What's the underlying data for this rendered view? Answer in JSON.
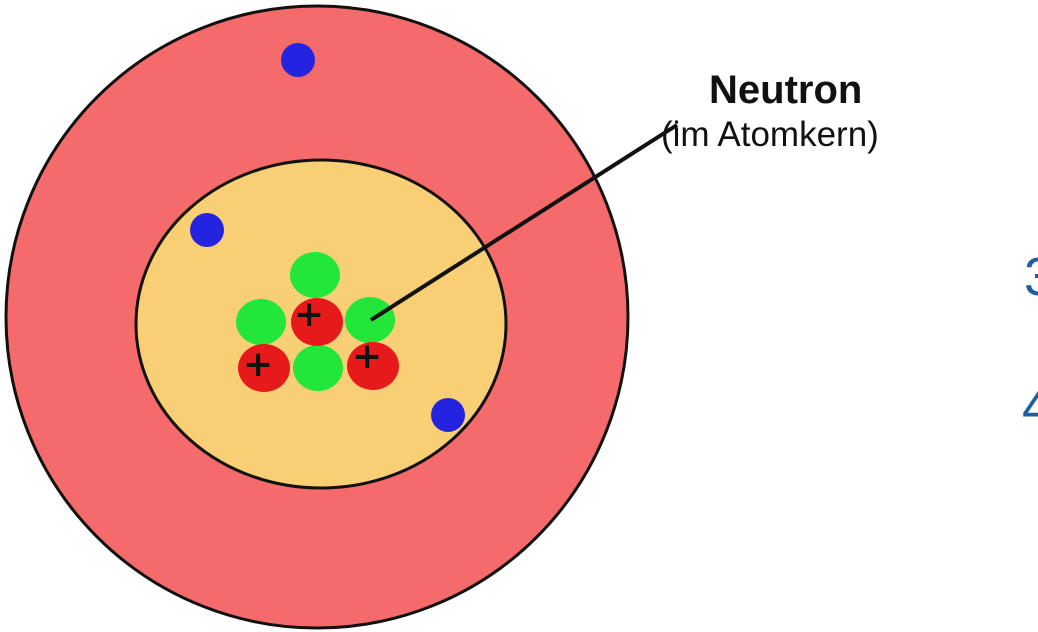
{
  "label": {
    "title": "Neutron",
    "subtitle": "(im Atomkern)"
  },
  "edge_fragments": [
    "3",
    "4"
  ],
  "colors": {
    "outer_shell": "#f56a6a",
    "inner_shell": "#f9cf76",
    "electron": "#2424e0",
    "neutron": "#22e63a",
    "proton": "#e61a1a",
    "outline": "#111111",
    "edge_text": "#1f5fa0"
  },
  "particles": {
    "electrons": 3,
    "protons": 3,
    "neutrons": 4,
    "proton_symbol": "+"
  }
}
